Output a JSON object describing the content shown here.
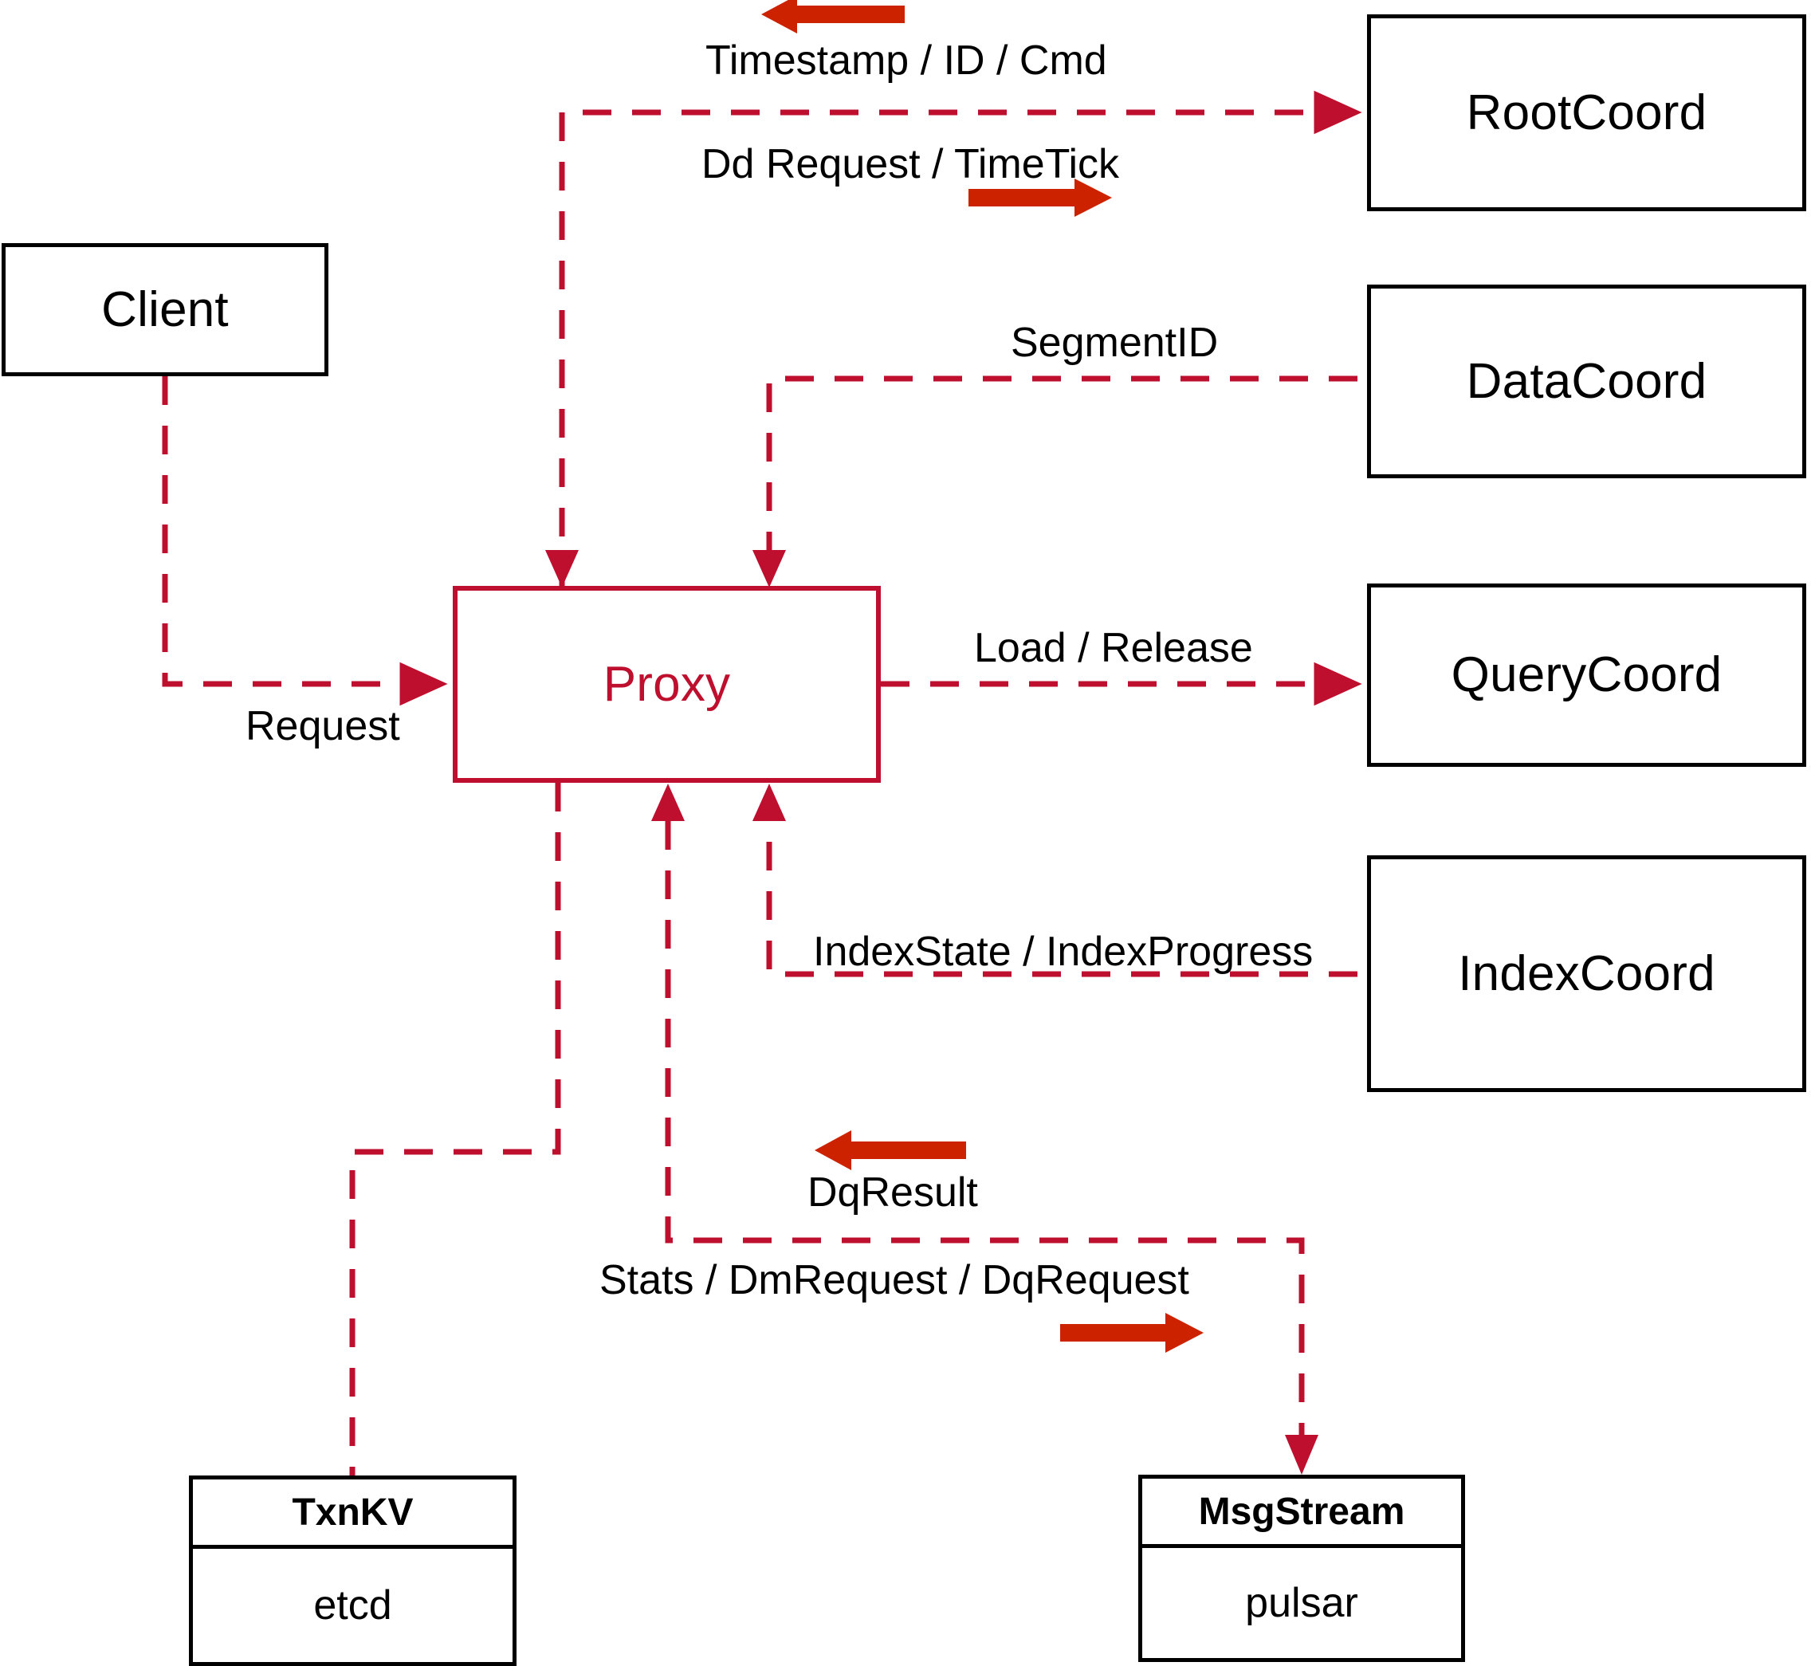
{
  "diagram": {
    "title": "Milvus Proxy interaction diagram",
    "colors": {
      "accent_red": "#be0f2e",
      "arrow_red": "#cc2200",
      "node_border": "#000000",
      "background": "#ffffff"
    },
    "nodes": [
      {
        "id": "client",
        "label": "Client",
        "style": "black"
      },
      {
        "id": "proxy",
        "label": "Proxy",
        "style": "red"
      },
      {
        "id": "rootcoord",
        "label": "RootCoord",
        "style": "black"
      },
      {
        "id": "datacoord",
        "label": "DataCoord",
        "style": "black"
      },
      {
        "id": "querycoord",
        "label": "QueryCoord",
        "style": "black"
      },
      {
        "id": "indexcoord",
        "label": "IndexCoord",
        "style": "black"
      },
      {
        "id": "txnkv",
        "header": "TxnKV",
        "body": "etcd",
        "style": "split"
      },
      {
        "id": "msgstream",
        "header": "MsgStream",
        "body": "pulsar",
        "style": "split"
      }
    ],
    "edge_labels": [
      {
        "id": "timestamp-id-cmd",
        "text": "Timestamp / ID / Cmd"
      },
      {
        "id": "dd-request-timetick",
        "text": "Dd Request / TimeTick"
      },
      {
        "id": "segmentid",
        "text": "SegmentID"
      },
      {
        "id": "request",
        "text": "Request"
      },
      {
        "id": "load-release",
        "text": "Load / Release"
      },
      {
        "id": "indexstate-progress",
        "text": "IndexState / IndexProgress"
      },
      {
        "id": "dqresult",
        "text": "DqResult"
      },
      {
        "id": "stats-dm-dq",
        "text": "Stats / DmRequest / DqRequest"
      }
    ]
  }
}
